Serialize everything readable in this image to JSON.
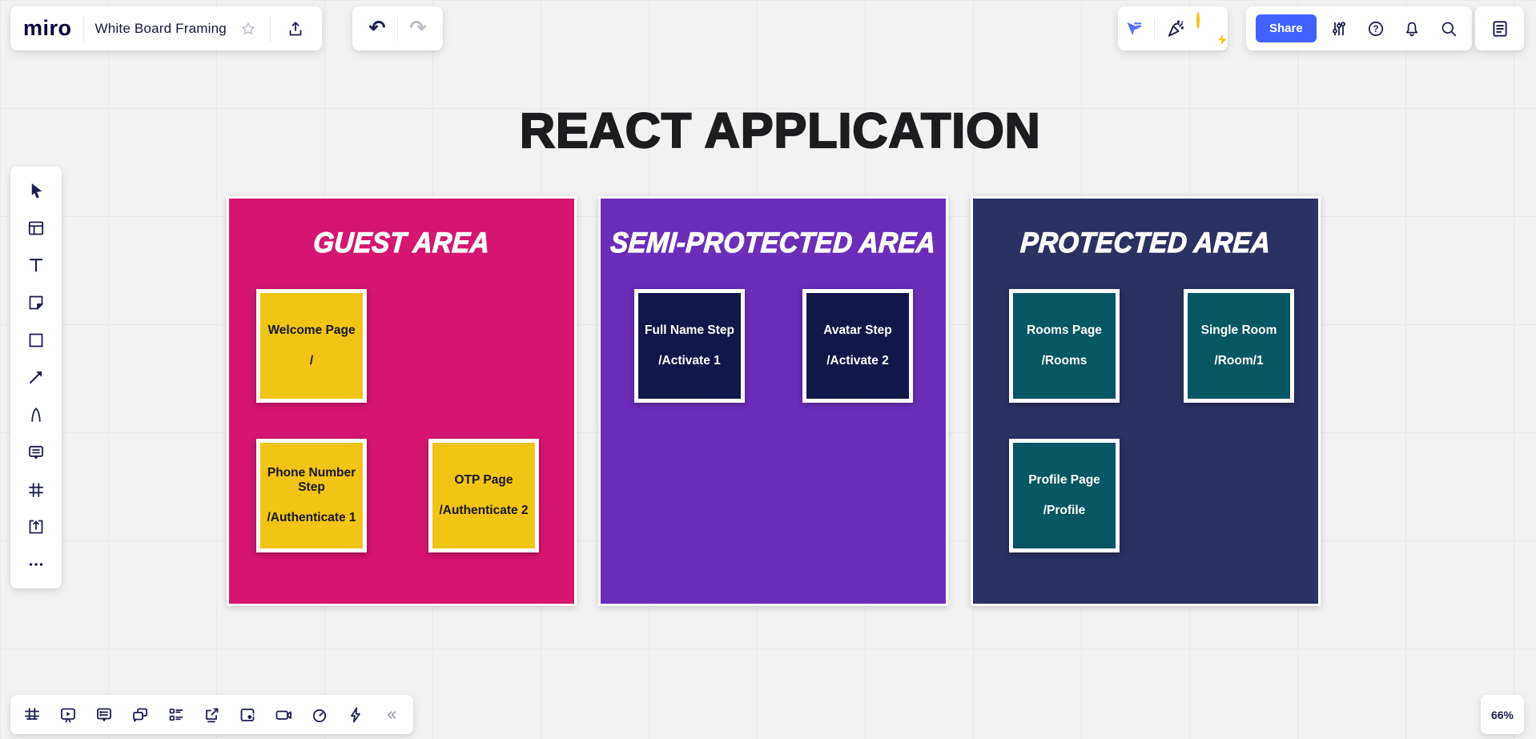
{
  "header": {
    "logo_text": "miro",
    "board_title": "White Board Framing",
    "share_label": "Share"
  },
  "statusbar": {
    "zoom_level": "66%"
  },
  "colors": {
    "accent_blue": "#4262ff",
    "icon_ink": "#1c1d4f",
    "follow_cursor_blue": "#5b6ef7",
    "avatar_ring_yellow": "#f2c417"
  },
  "left_toolbar_tools": [
    "select",
    "templates",
    "text",
    "sticky-note",
    "shapes",
    "connection-line",
    "pen",
    "comment",
    "frame",
    "upload",
    "more"
  ],
  "bottom_toolbar_tools": [
    "frames",
    "presentation",
    "comments",
    "chat",
    "cards",
    "screen-share",
    "apps",
    "video-chat",
    "timer",
    "automation",
    "collapse"
  ],
  "canvas": {
    "title": "REACT APPLICATION",
    "frames": [
      {
        "title": "GUEST AREA",
        "frame_color": "#d5156f",
        "card_color": "#f2c414",
        "card_text_color": "#17171c",
        "cards": [
          {
            "title": "Welcome Page",
            "path": "/"
          },
          {
            "title": "Phone Number Step",
            "path": "/Authenticate 1"
          },
          {
            "title": "OTP Page",
            "path": "/Authenticate 2"
          }
        ]
      },
      {
        "title": "SEMI-PROTECTED AREA",
        "frame_color": "#6a2eb8",
        "card_color": "#12174a",
        "card_text_color": "#ffffff",
        "cards": [
          {
            "title": "Full Name Step",
            "path": "/Activate 1"
          },
          {
            "title": "Avatar Step",
            "path": "/Activate 2"
          }
        ]
      },
      {
        "title": "PROTECTED AREA",
        "frame_color": "#2b3162",
        "card_color": "#075664",
        "card_text_color": "#ffffff",
        "cards": [
          {
            "title": "Rooms Page",
            "path": "/Rooms"
          },
          {
            "title": "Single Room",
            "path": "/Room/1"
          },
          {
            "title": "Profile Page",
            "path": "/Profile"
          }
        ]
      }
    ]
  },
  "glyphs": {
    "undo": "↶",
    "redo": "↷"
  }
}
